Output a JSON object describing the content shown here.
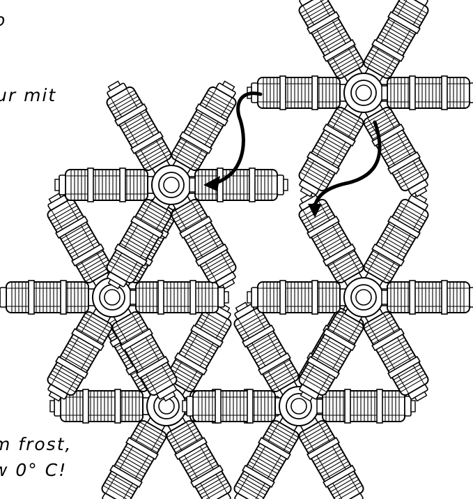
{
  "texts": {
    "line1": "o",
    "line2": "ur mit",
    "line3": "m frost,",
    "line4": "w 0° C!"
  },
  "colors": {
    "ink": "#000000",
    "paper": "#ffffff"
  }
}
